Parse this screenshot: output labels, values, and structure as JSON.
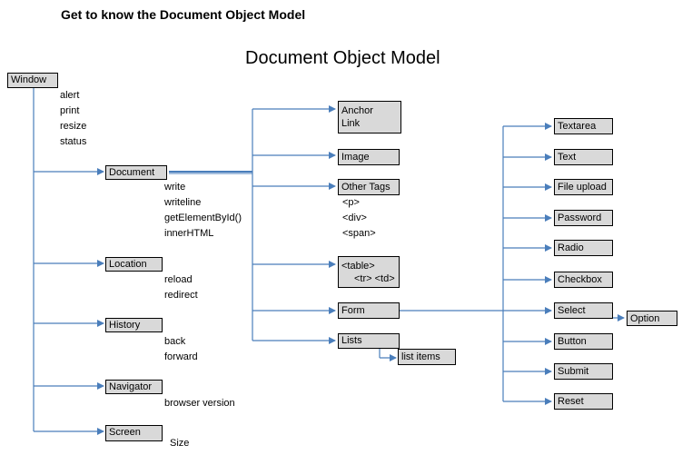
{
  "heading": "Get to know the Document Object Model",
  "title": "Document Object Model",
  "nodes": {
    "window": "Window",
    "document": "Document",
    "location": "Location",
    "history": "History",
    "navigator": "Navigator",
    "screen": "Screen",
    "anchor": [
      "Anchor",
      "Link"
    ],
    "image": "Image",
    "other_tags": "Other Tags",
    "table": [
      "<table>",
      "<tr> <td>"
    ],
    "form": "Form",
    "lists": "Lists",
    "list_items": "list items",
    "textarea": "Textarea",
    "text": "Text",
    "file_upload": "File upload",
    "password": "Password",
    "radio": "Radio",
    "checkbox": "Checkbox",
    "select": "Select",
    "option": "Option",
    "button": "Button",
    "submit": "Submit",
    "reset": "Reset"
  },
  "members": {
    "window": [
      "alert",
      "print",
      "resize",
      "status"
    ],
    "document": [
      "write",
      "writeline",
      "getElementById()",
      "innerHTML"
    ],
    "location": [
      "reload",
      "redirect"
    ],
    "history": [
      "back",
      "forward"
    ],
    "navigator": [
      "browser version"
    ],
    "screen": [
      "Size"
    ],
    "other_tags": [
      "<p>",
      "<div>",
      "<span>"
    ]
  },
  "colors": {
    "connector": "#4a7ebb",
    "box_fill": "#d9d9d9"
  }
}
